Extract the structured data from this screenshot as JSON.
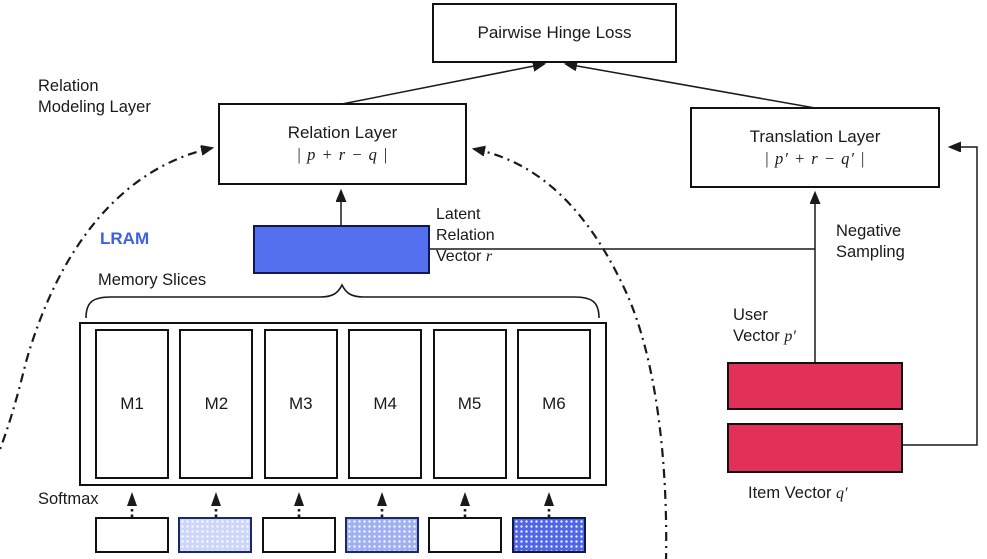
{
  "loss_box": {
    "label": "Pairwise Hinge Loss"
  },
  "relation_layer": {
    "title": "Relation Layer",
    "formula": "| p + r − q |"
  },
  "translation_layer": {
    "title": "Translation Layer",
    "formula": "| p′ + r − q′ |"
  },
  "labels": {
    "relation_modeling_layer": "Relation\nModeling Layer",
    "lram": "LRAM",
    "memory_slices": "Memory Slices",
    "latent_vector_prefix": "Latent\nRelation\nVector ",
    "latent_vector_var": "r",
    "softmax": "Softmax",
    "negative_sampling": "Negative\nSampling",
    "user_vector_prefix": "User\nVector ",
    "user_vector_var": "p′",
    "item_vector_prefix": "Item Vector ",
    "item_vector_var": "q′"
  },
  "memory": {
    "slices": [
      "M1",
      "M2",
      "M3",
      "M4",
      "M5",
      "M6"
    ]
  },
  "attention_cells": [
    {
      "color": "#ffffff",
      "border": "#111111",
      "dotted": false
    },
    {
      "color": "#ccd6f8",
      "border": "#1b2a66",
      "dotted": true
    },
    {
      "color": "#ffffff",
      "border": "#111111",
      "dotted": false
    },
    {
      "color": "#9fb0f2",
      "border": "#1b2a66",
      "dotted": true
    },
    {
      "color": "#ffffff",
      "border": "#111111",
      "dotted": false
    },
    {
      "color": "#4f66e8",
      "border": "#10194d",
      "dotted": true
    }
  ],
  "colors": {
    "latent_vector_blue": "#5470ee",
    "vector_red": "#e23158",
    "lram_blue": "#3d5fe1"
  }
}
